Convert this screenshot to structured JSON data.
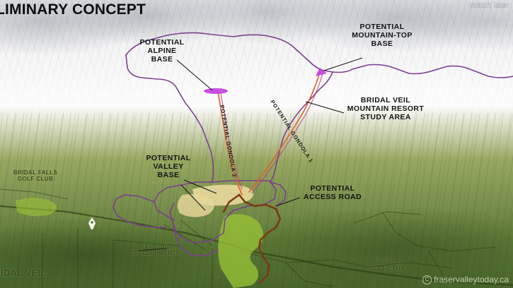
{
  "video": {
    "title_overlay": "LIMINARY CONCEPT",
    "watch_later": "Watch later",
    "watermark": "fraservalleytoday.ca",
    "watermark_symbol": "C"
  },
  "map": {
    "labels": [
      {
        "id": "alpine-base",
        "text": "POTENTIAL\nALPINE\nBASE"
      },
      {
        "id": "mountain-top-base",
        "text": "POTENTIAL\nMOUNTAIN-TOP\nBASE"
      },
      {
        "id": "study-area",
        "text": "BRIDAL VEIL\nMOUNTAIN RESORT\nSTUDY AREA"
      },
      {
        "id": "valley-base",
        "text": "POTENTIAL\nVALLEY\nBASE"
      },
      {
        "id": "access-road",
        "text": "POTENTIAL\nACCESS ROAD"
      },
      {
        "id": "bridal-falls-golf",
        "text": "BRIDAL FALLS\nGOLF CLUB"
      },
      {
        "id": "existing-dev",
        "text": "EXISTING\nDEVELOPMENTS"
      },
      {
        "id": "the-falls-golf",
        "text": "THE FALLS\nGOLF CLUB"
      },
      {
        "id": "bridal-veil",
        "text": "RIDAL VEIL"
      }
    ],
    "gondolas": [
      {
        "id": "gondola-2",
        "text": "POTENTIAL GONDOLA 2"
      },
      {
        "id": "gondola-1",
        "text": "POTENTIAL GONDOLA 1"
      }
    ],
    "colors": {
      "study_area_boundary": "#7b3f93",
      "gondola_line": "#e2622f",
      "access_road": "#7a3a12",
      "base_marker": "#c23de0",
      "base_pad": "#e6d79a",
      "label_dark": "#131313",
      "label_olive": "#3a4a1c"
    }
  }
}
